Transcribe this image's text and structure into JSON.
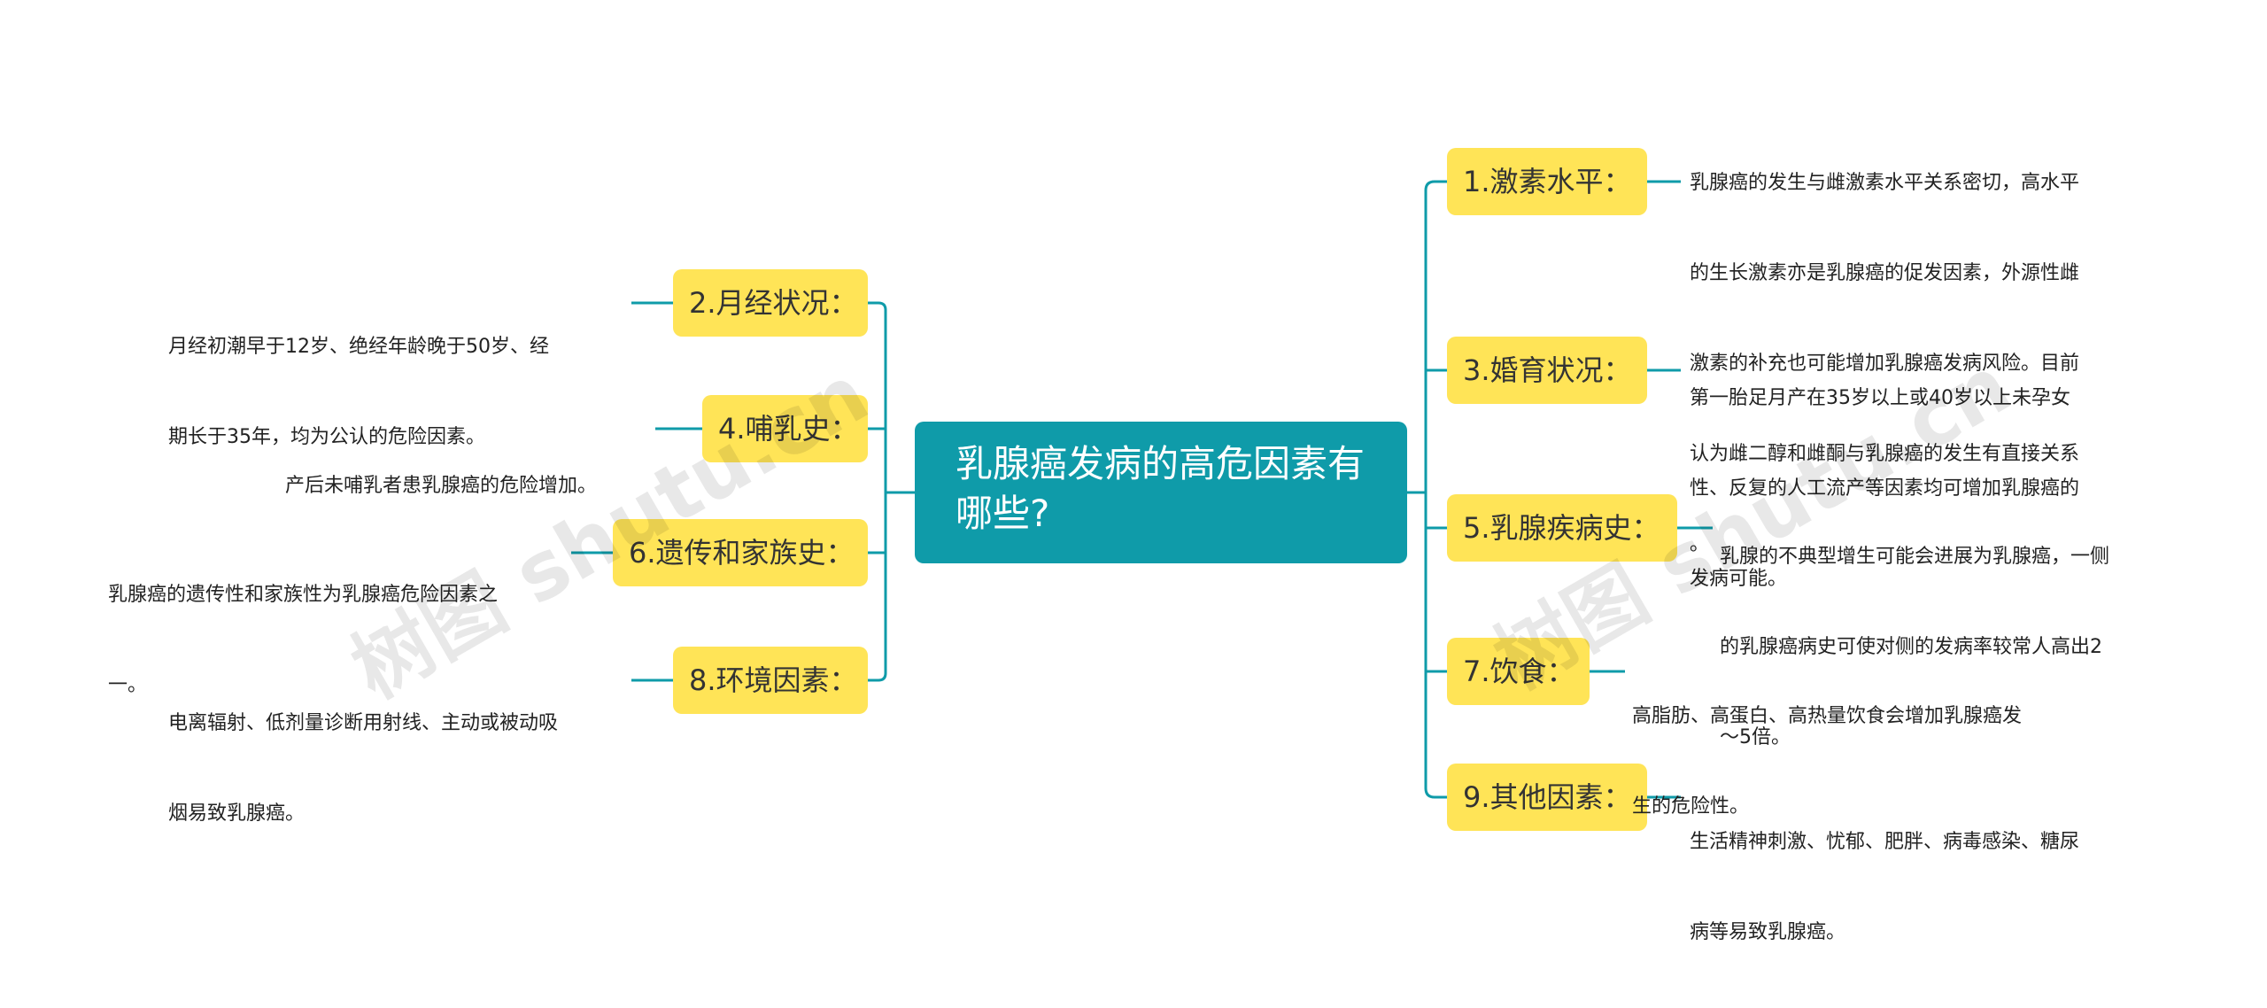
{
  "central": {
    "label_line1": "乳腺癌发病的高危因素有",
    "label_line2": "哪些?"
  },
  "nodes": [
    {
      "label": "2.月经状况：",
      "detail_lines": [
        "月经初潮早于12岁、绝经年龄晚于50岁、经",
        "期长于35年，均为公认的危险因素。"
      ]
    },
    {
      "label": "4.哺乳史：",
      "detail_lines": [
        "产后未哺乳者患乳腺癌的危险增加。"
      ]
    },
    {
      "label": "6.遗传和家族史：",
      "detail_lines": [
        "乳腺癌的遗传性和家族性为乳腺癌危险因素之",
        "一。"
      ]
    },
    {
      "label": "8.环境因素：",
      "detail_lines": [
        "电离辐射、低剂量诊断用射线、主动或被动吸",
        "烟易致乳腺癌。"
      ]
    },
    {
      "label": "1.激素水平：",
      "detail_lines": [
        "乳腺癌的发生与雌激素水平关系密切，高水平",
        "的生长激素亦是乳腺癌的促发因素，外源性雌",
        "激素的补充也可能增加乳腺癌发病风险。目前",
        "认为雌二醇和雌酮与乳腺癌的发生有直接关系",
        "。"
      ]
    },
    {
      "label": "3.婚育状况：",
      "detail_lines": [
        "第一胎足月产在35岁以上或40岁以上未孕女",
        "性、反复的人工流产等因素均可增加乳腺癌的",
        "发病可能。"
      ]
    },
    {
      "label": "5.乳腺疾病史：",
      "detail_lines": [
        "乳腺的不典型增生可能会进展为乳腺癌，一侧",
        "的乳腺癌病史可使对侧的发病率较常人高出2",
        "～5倍。"
      ]
    },
    {
      "label": "7.饮食：",
      "detail_lines": [
        "高脂肪、高蛋白、高热量饮食会增加乳腺癌发",
        "生的危险性。"
      ]
    },
    {
      "label": "9.其他因素：",
      "detail_lines": [
        "生活精神刺激、忧郁、肥胖、病毒感染、糖尿",
        "病等易致乳腺癌。"
      ]
    }
  ],
  "watermarks": [
    "树图 shutu.cn",
    "树图 shutu.cn"
  ],
  "colors": {
    "central_bg": "#0f9ba9",
    "node_bg": "#ffe457",
    "connector": "#0f9ba9"
  }
}
